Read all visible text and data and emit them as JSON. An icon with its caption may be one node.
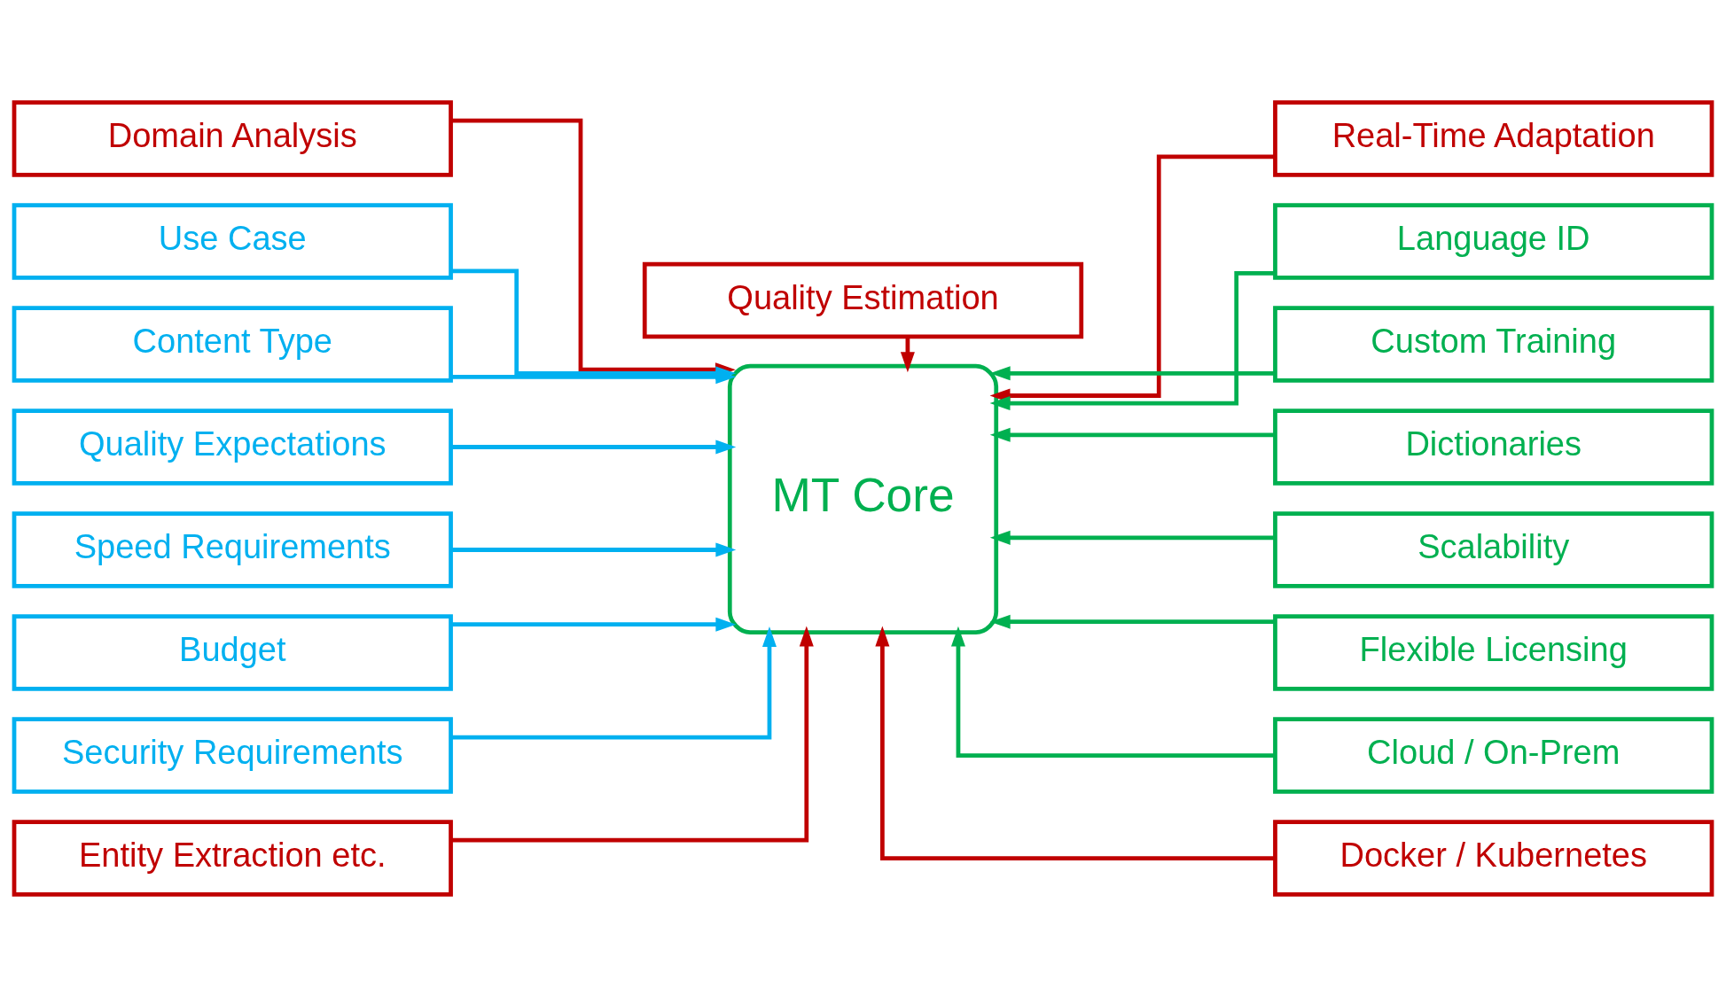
{
  "diagram": {
    "nodes": [
      {
        "text": [
          "Quality Estimation"
        ]
      },
      {
        "text": [
          "Domain Analysis"
        ]
      },
      {
        "text": [
          "Real-Time Adaptation"
        ]
      },
      {
        "text": [
          "Use Case"
        ]
      },
      {
        "text": [
          "Language ID"
        ]
      },
      {
        "text": [
          "Content Type"
        ]
      },
      {
        "text": [
          "Custom Training"
        ]
      },
      {
        "text": [
          "Quality Expectations"
        ]
      },
      {
        "text": [
          "Dictionaries"
        ]
      },
      {
        "text": [
          "MT Core"
        ]
      },
      {
        "text": [
          "Speed Requirements"
        ]
      },
      {
        "text": [
          "Scalability"
        ]
      },
      {
        "text": [
          "Budget"
        ]
      },
      {
        "text": [
          "Flexible Licensing"
        ]
      },
      {
        "text": [
          "Security Requirements"
        ]
      },
      {
        "text": [
          "Cloud / On-Prem"
        ]
      },
      {
        "text": [
          "Entity Extraction etc."
        ]
      },
      {
        "text": [
          "Docker / Kubernetes"
        ]
      }
    ],
    "edges": [
      {
        "from": 0,
        "to": 9,
        "arrow": "to",
        "color": "#c00000"
      },
      {
        "from": 1,
        "to": 9,
        "arrow": "to",
        "color": "#c00000"
      },
      {
        "from": 2,
        "to": 9,
        "arrow": "to",
        "color": "#c00000"
      },
      {
        "from": 3,
        "to": 9,
        "arrow": "to",
        "color": "#00b0f0"
      },
      {
        "from": 5,
        "to": 9,
        "arrow": "to",
        "color": "#00b0f0"
      },
      {
        "from": 7,
        "to": 9,
        "arrow": "to",
        "color": "#00b0f0"
      },
      {
        "from": 10,
        "to": 9,
        "arrow": "to",
        "color": "#00b0f0"
      },
      {
        "from": 12,
        "to": 9,
        "arrow": "to",
        "color": "#00b0f0"
      },
      {
        "from": 14,
        "to": 9,
        "arrow": "to",
        "color": "#00b0f0"
      },
      {
        "from": 4,
        "to": 9,
        "arrow": "to",
        "color": "#00b050"
      },
      {
        "from": 6,
        "to": 9,
        "arrow": "to",
        "color": "#00b050"
      },
      {
        "from": 8,
        "to": 9,
        "arrow": "to",
        "color": "#00b050"
      },
      {
        "from": 11,
        "to": 9,
        "arrow": "to",
        "color": "#00b050"
      },
      {
        "from": 13,
        "to": 9,
        "arrow": "to",
        "color": "#00b050"
      },
      {
        "from": 15,
        "to": 9,
        "arrow": "to",
        "color": "#00b050"
      },
      {
        "from": 16,
        "to": 9,
        "arrow": "to",
        "color": "#c00000"
      },
      {
        "from": 17,
        "to": 9,
        "arrow": "to",
        "color": "#c00000"
      }
    ]
  }
}
